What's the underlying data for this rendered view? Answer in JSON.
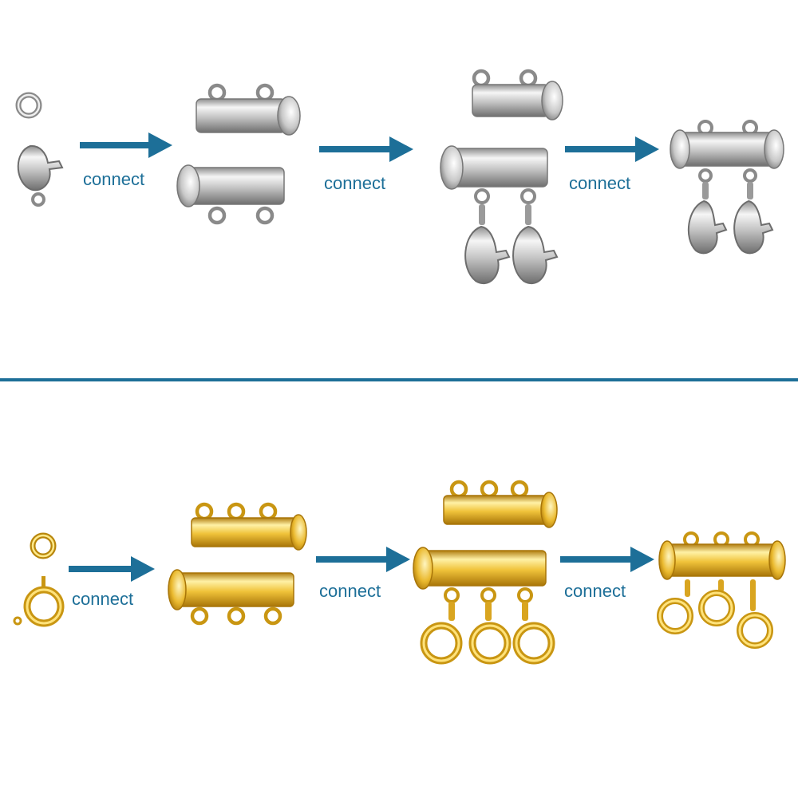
{
  "steps": {
    "silver": [
      "connect",
      "connect",
      "connect"
    ],
    "gold": [
      "connect",
      "connect",
      "connect"
    ]
  },
  "colors": {
    "accent": "#1d6f98",
    "divider": "#1d6f98",
    "silver_light": "#f4f4f4",
    "silver_mid": "#c9c9c9",
    "silver_dark": "#7d7d7d",
    "gold_light": "#fff3b0",
    "gold_mid": "#f0c33a",
    "gold_dark": "#b8860b"
  },
  "icons": [
    "jump-ring-icon",
    "lobster-clasp-icon",
    "spring-ring-clasp-icon",
    "slide-tube-clasp-icon",
    "arrow-right-icon"
  ]
}
